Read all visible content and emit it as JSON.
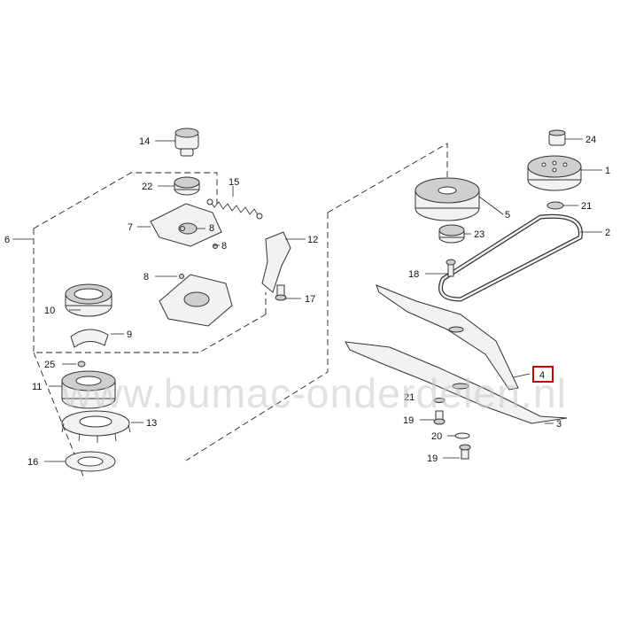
{
  "watermark": "www.bumac-onderdelen.nl",
  "callouts": {
    "c1": "1",
    "c2": "2",
    "c3": "3",
    "c4": "4",
    "c5": "5",
    "c6": "6",
    "c7": "7",
    "c8a": "8",
    "c8b": "8",
    "c8c": "8",
    "c9": "9",
    "c10": "10",
    "c11": "11",
    "c12": "12",
    "c13": "13",
    "c14": "14",
    "c15": "15",
    "c16": "16",
    "c17": "17",
    "c18": "18",
    "c19a": "19",
    "c19b": "19",
    "c20": "20",
    "c21a": "21",
    "c21b": "21",
    "c22": "22",
    "c23": "23",
    "c24": "24",
    "c25": "25"
  },
  "highlight_color": "#cc0000"
}
